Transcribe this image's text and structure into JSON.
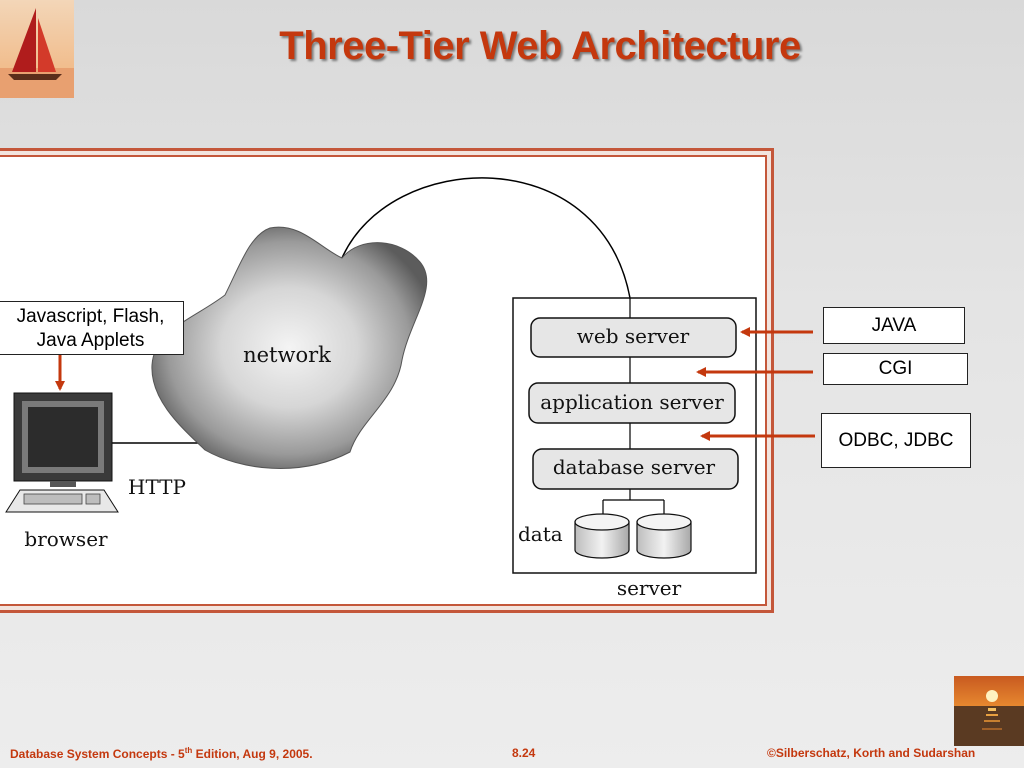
{
  "title": "Three-Tier Web Architecture",
  "diagram": {
    "client_tech": [
      "Javascript, Flash,",
      "Java Applets"
    ],
    "network_label": "network",
    "http_label": "HTTP",
    "browser_label": "browser",
    "web_server": "web server",
    "application_server": "application server",
    "database_server": "database server",
    "data_label": "data",
    "server_label": "server",
    "java_label": "JAVA",
    "cgi_label": "CGI",
    "odbc_label": "ODBC, JDBC"
  },
  "footer": {
    "left_pre": "Database System Concepts - 5",
    "left_sup": "th",
    "left_post": " Edition,  Aug 9, 2005.",
    "center": "8.24",
    "right": "©Silberschatz, Korth and Sudarshan"
  },
  "colors": {
    "accent": "#c4380e",
    "frame": "#c4573a"
  }
}
